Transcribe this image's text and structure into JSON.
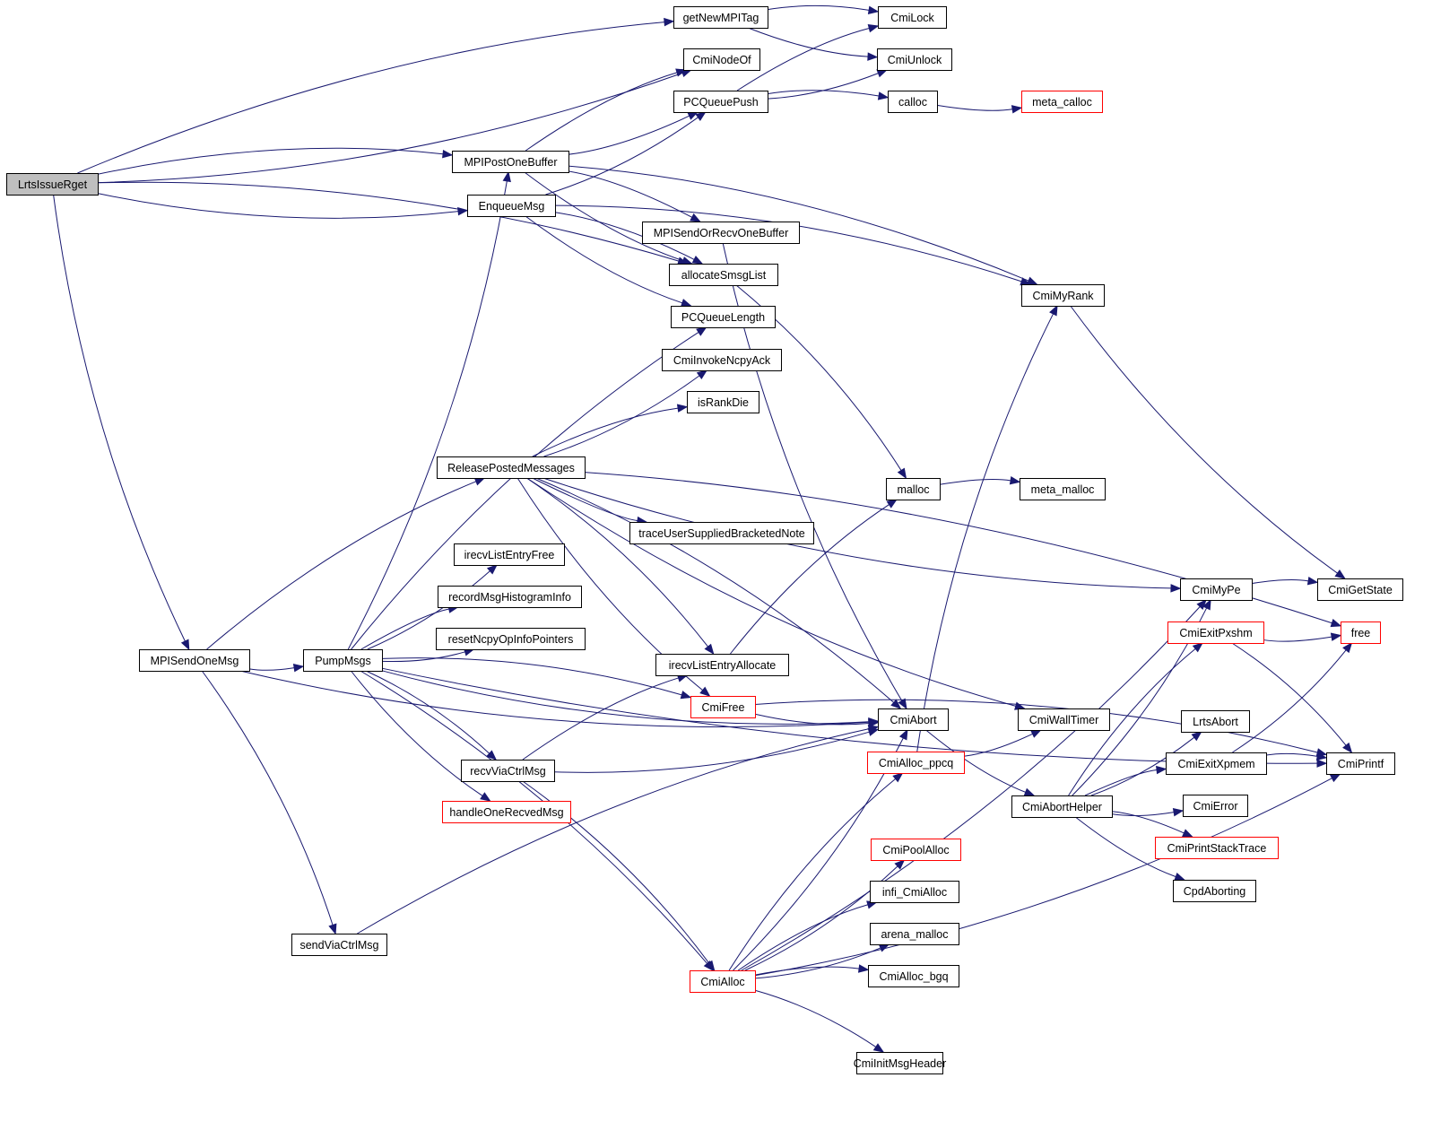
{
  "diagram": {
    "type": "call-graph",
    "root": "LrtsIssueRget",
    "colors": {
      "edge": "#191970",
      "root_fill": "#bfbfbf",
      "normal_border": "#000000",
      "truncated_border": "#ff0000"
    },
    "nodes": [
      {
        "id": "LrtsIssueRget",
        "label": "LrtsIssueRget",
        "style": "root"
      },
      {
        "id": "getNewMPITag",
        "label": "getNewMPITag",
        "style": "normal"
      },
      {
        "id": "CmiLock",
        "label": "CmiLock",
        "style": "normal"
      },
      {
        "id": "CmiNodeOf",
        "label": "CmiNodeOf",
        "style": "normal"
      },
      {
        "id": "CmiUnlock",
        "label": "CmiUnlock",
        "style": "normal"
      },
      {
        "id": "PCQueuePush",
        "label": "PCQueuePush",
        "style": "normal"
      },
      {
        "id": "calloc",
        "label": "calloc",
        "style": "normal"
      },
      {
        "id": "meta_calloc",
        "label": "meta_calloc",
        "style": "truncated"
      },
      {
        "id": "MPIPostOneBuffer",
        "label": "MPIPostOneBuffer",
        "style": "normal"
      },
      {
        "id": "EnqueueMsg",
        "label": "EnqueueMsg",
        "style": "normal"
      },
      {
        "id": "MPISendOrRecvOneBuffer",
        "label": "MPISendOrRecvOneBuffer",
        "style": "normal"
      },
      {
        "id": "allocateSmsgList",
        "label": "allocateSmsgList",
        "style": "normal"
      },
      {
        "id": "CmiMyRank",
        "label": "CmiMyRank",
        "style": "normal"
      },
      {
        "id": "PCQueueLength",
        "label": "PCQueueLength",
        "style": "normal"
      },
      {
        "id": "CmiInvokeNcpyAck",
        "label": "CmiInvokeNcpyAck",
        "style": "normal"
      },
      {
        "id": "isRankDie",
        "label": "isRankDie",
        "style": "normal"
      },
      {
        "id": "ReleasePostedMessages",
        "label": "ReleasePostedMessages",
        "style": "normal"
      },
      {
        "id": "malloc",
        "label": "malloc",
        "style": "normal"
      },
      {
        "id": "meta_malloc",
        "label": "meta_malloc",
        "style": "normal"
      },
      {
        "id": "traceUserSuppliedBracketedNote",
        "label": "traceUserSuppliedBracketedNote",
        "style": "normal"
      },
      {
        "id": "irecvListEntryFree",
        "label": "irecvListEntryFree",
        "style": "normal"
      },
      {
        "id": "CmiMyPe",
        "label": "CmiMyPe",
        "style": "normal"
      },
      {
        "id": "CmiGetState",
        "label": "CmiGetState",
        "style": "normal"
      },
      {
        "id": "recordMsgHistogramInfo",
        "label": "recordMsgHistogramInfo",
        "style": "normal"
      },
      {
        "id": "CmiExitPxshm",
        "label": "CmiExitPxshm",
        "style": "truncated"
      },
      {
        "id": "free",
        "label": "free",
        "style": "truncated"
      },
      {
        "id": "resetNcpyOpInfoPointers",
        "label": "resetNcpyOpInfoPointers",
        "style": "normal"
      },
      {
        "id": "MPISendOneMsg",
        "label": "MPISendOneMsg",
        "style": "normal"
      },
      {
        "id": "PumpMsgs",
        "label": "PumpMsgs",
        "style": "normal"
      },
      {
        "id": "irecvListEntryAllocate",
        "label": "irecvListEntryAllocate",
        "style": "normal"
      },
      {
        "id": "CmiFree",
        "label": "CmiFree",
        "style": "truncated"
      },
      {
        "id": "CmiAbort",
        "label": "CmiAbort",
        "style": "normal"
      },
      {
        "id": "CmiWallTimer",
        "label": "CmiWallTimer",
        "style": "normal"
      },
      {
        "id": "LrtsAbort",
        "label": "LrtsAbort",
        "style": "normal"
      },
      {
        "id": "CmiAlloc_ppcq",
        "label": "CmiAlloc_ppcq",
        "style": "truncated"
      },
      {
        "id": "recvViaCtrlMsg",
        "label": "recvViaCtrlMsg",
        "style": "normal"
      },
      {
        "id": "CmiExitXpmem",
        "label": "CmiExitXpmem",
        "style": "normal"
      },
      {
        "id": "CmiPrintf",
        "label": "CmiPrintf",
        "style": "normal"
      },
      {
        "id": "handleOneRecvedMsg",
        "label": "handleOneRecvedMsg",
        "style": "truncated"
      },
      {
        "id": "CmiAbortHelper",
        "label": "CmiAbortHelper",
        "style": "normal"
      },
      {
        "id": "CmiError",
        "label": "CmiError",
        "style": "normal"
      },
      {
        "id": "CmiPrintStackTrace",
        "label": "CmiPrintStackTrace",
        "style": "truncated"
      },
      {
        "id": "CmiPoolAlloc",
        "label": "CmiPoolAlloc",
        "style": "truncated"
      },
      {
        "id": "CpdAborting",
        "label": "CpdAborting",
        "style": "normal"
      },
      {
        "id": "infi_CmiAlloc",
        "label": "infi_CmiAlloc",
        "style": "normal"
      },
      {
        "id": "sendViaCtrlMsg",
        "label": "sendViaCtrlMsg",
        "style": "normal"
      },
      {
        "id": "arena_malloc",
        "label": "arena_malloc",
        "style": "normal"
      },
      {
        "id": "CmiAlloc",
        "label": "CmiAlloc",
        "style": "truncated"
      },
      {
        "id": "CmiAlloc_bgq",
        "label": "CmiAlloc_bgq",
        "style": "normal"
      },
      {
        "id": "CmiInitMsgHeader",
        "label": "CmiInitMsgHeader",
        "style": "normal"
      }
    ],
    "edges": [
      [
        "LrtsIssueRget",
        "getNewMPITag"
      ],
      [
        "LrtsIssueRget",
        "CmiNodeOf"
      ],
      [
        "LrtsIssueRget",
        "MPIPostOneBuffer"
      ],
      [
        "LrtsIssueRget",
        "EnqueueMsg"
      ],
      [
        "LrtsIssueRget",
        "allocateSmsgList"
      ],
      [
        "LrtsIssueRget",
        "MPISendOneMsg"
      ],
      [
        "getNewMPITag",
        "CmiLock"
      ],
      [
        "getNewMPITag",
        "CmiUnlock"
      ],
      [
        "PCQueuePush",
        "CmiLock"
      ],
      [
        "PCQueuePush",
        "CmiUnlock"
      ],
      [
        "PCQueuePush",
        "calloc"
      ],
      [
        "calloc",
        "meta_calloc"
      ],
      [
        "MPIPostOneBuffer",
        "CmiNodeOf"
      ],
      [
        "MPIPostOneBuffer",
        "PCQueuePush"
      ],
      [
        "MPIPostOneBuffer",
        "MPISendOrRecvOneBuffer"
      ],
      [
        "MPIPostOneBuffer",
        "allocateSmsgList"
      ],
      [
        "MPIPostOneBuffer",
        "CmiMyRank"
      ],
      [
        "EnqueueMsg",
        "PCQueuePush"
      ],
      [
        "EnqueueMsg",
        "allocateSmsgList"
      ],
      [
        "EnqueueMsg",
        "PCQueueLength"
      ],
      [
        "EnqueueMsg",
        "CmiMyRank"
      ],
      [
        "MPISendOrRecvOneBuffer",
        "CmiAbort"
      ],
      [
        "allocateSmsgList",
        "malloc"
      ],
      [
        "CmiMyRank",
        "CmiGetState"
      ],
      [
        "malloc",
        "meta_malloc"
      ],
      [
        "ReleasePostedMessages",
        "CmiInvokeNcpyAck"
      ],
      [
        "ReleasePostedMessages",
        "isRankDie"
      ],
      [
        "ReleasePostedMessages",
        "CmiMyPe"
      ],
      [
        "ReleasePostedMessages",
        "free"
      ],
      [
        "ReleasePostedMessages",
        "traceUserSuppliedBracketedNote"
      ],
      [
        "ReleasePostedMessages",
        "irecvListEntryAllocate"
      ],
      [
        "ReleasePostedMessages",
        "CmiFree"
      ],
      [
        "ReleasePostedMessages",
        "CmiAbort"
      ],
      [
        "ReleasePostedMessages",
        "CmiWallTimer"
      ],
      [
        "CmiMyPe",
        "CmiGetState"
      ],
      [
        "CmiExitPxshm",
        "free"
      ],
      [
        "CmiExitPxshm",
        "CmiPrintf"
      ],
      [
        "MPISendOneMsg",
        "PumpMsgs"
      ],
      [
        "MPISendOneMsg",
        "ReleasePostedMessages"
      ],
      [
        "MPISendOneMsg",
        "CmiAbort"
      ],
      [
        "MPISendOneMsg",
        "sendViaCtrlMsg"
      ],
      [
        "PumpMsgs",
        "MPIPostOneBuffer"
      ],
      [
        "PumpMsgs",
        "PCQueueLength"
      ],
      [
        "PumpMsgs",
        "irecvListEntryFree"
      ],
      [
        "PumpMsgs",
        "recordMsgHistogramInfo"
      ],
      [
        "PumpMsgs",
        "resetNcpyOpInfoPointers"
      ],
      [
        "PumpMsgs",
        "CmiFree"
      ],
      [
        "PumpMsgs",
        "CmiAbort"
      ],
      [
        "PumpMsgs",
        "recvViaCtrlMsg"
      ],
      [
        "PumpMsgs",
        "handleOneRecvedMsg"
      ],
      [
        "PumpMsgs",
        "CmiAlloc"
      ],
      [
        "PumpMsgs",
        "CmiPrintf"
      ],
      [
        "irecvListEntryAllocate",
        "malloc"
      ],
      [
        "CmiFree",
        "CmiAbort"
      ],
      [
        "CmiFree",
        "CmiPrintf"
      ],
      [
        "CmiAbort",
        "CmiAbortHelper"
      ],
      [
        "CmiAlloc_ppcq",
        "CmiMyRank"
      ],
      [
        "CmiAlloc_ppcq",
        "CmiWallTimer"
      ],
      [
        "recvViaCtrlMsg",
        "irecvListEntryAllocate"
      ],
      [
        "recvViaCtrlMsg",
        "CmiAbort"
      ],
      [
        "recvViaCtrlMsg",
        "CmiAlloc"
      ],
      [
        "CmiExitXpmem",
        "free"
      ],
      [
        "CmiExitXpmem",
        "CmiPrintf"
      ],
      [
        "CmiAbortHelper",
        "CmiMyPe"
      ],
      [
        "CmiAbortHelper",
        "CmiExitPxshm"
      ],
      [
        "CmiAbortHelper",
        "LrtsAbort"
      ],
      [
        "CmiAbortHelper",
        "CmiExitXpmem"
      ],
      [
        "CmiAbortHelper",
        "CmiError"
      ],
      [
        "CmiAbortHelper",
        "CmiPrintStackTrace"
      ],
      [
        "CmiAbortHelper",
        "CpdAborting"
      ],
      [
        "sendViaCtrlMsg",
        "CmiAbort"
      ],
      [
        "CmiAlloc",
        "CmiAbort"
      ],
      [
        "CmiAlloc",
        "CmiAlloc_ppcq"
      ],
      [
        "CmiAlloc",
        "CmiPoolAlloc"
      ],
      [
        "CmiAlloc",
        "infi_CmiAlloc"
      ],
      [
        "CmiAlloc",
        "arena_malloc"
      ],
      [
        "CmiAlloc",
        "CmiAlloc_bgq"
      ],
      [
        "CmiAlloc",
        "CmiPrintf"
      ],
      [
        "CmiAlloc",
        "CmiInitMsgHeader"
      ],
      [
        "CmiAlloc",
        "CmiMyPe"
      ]
    ]
  }
}
